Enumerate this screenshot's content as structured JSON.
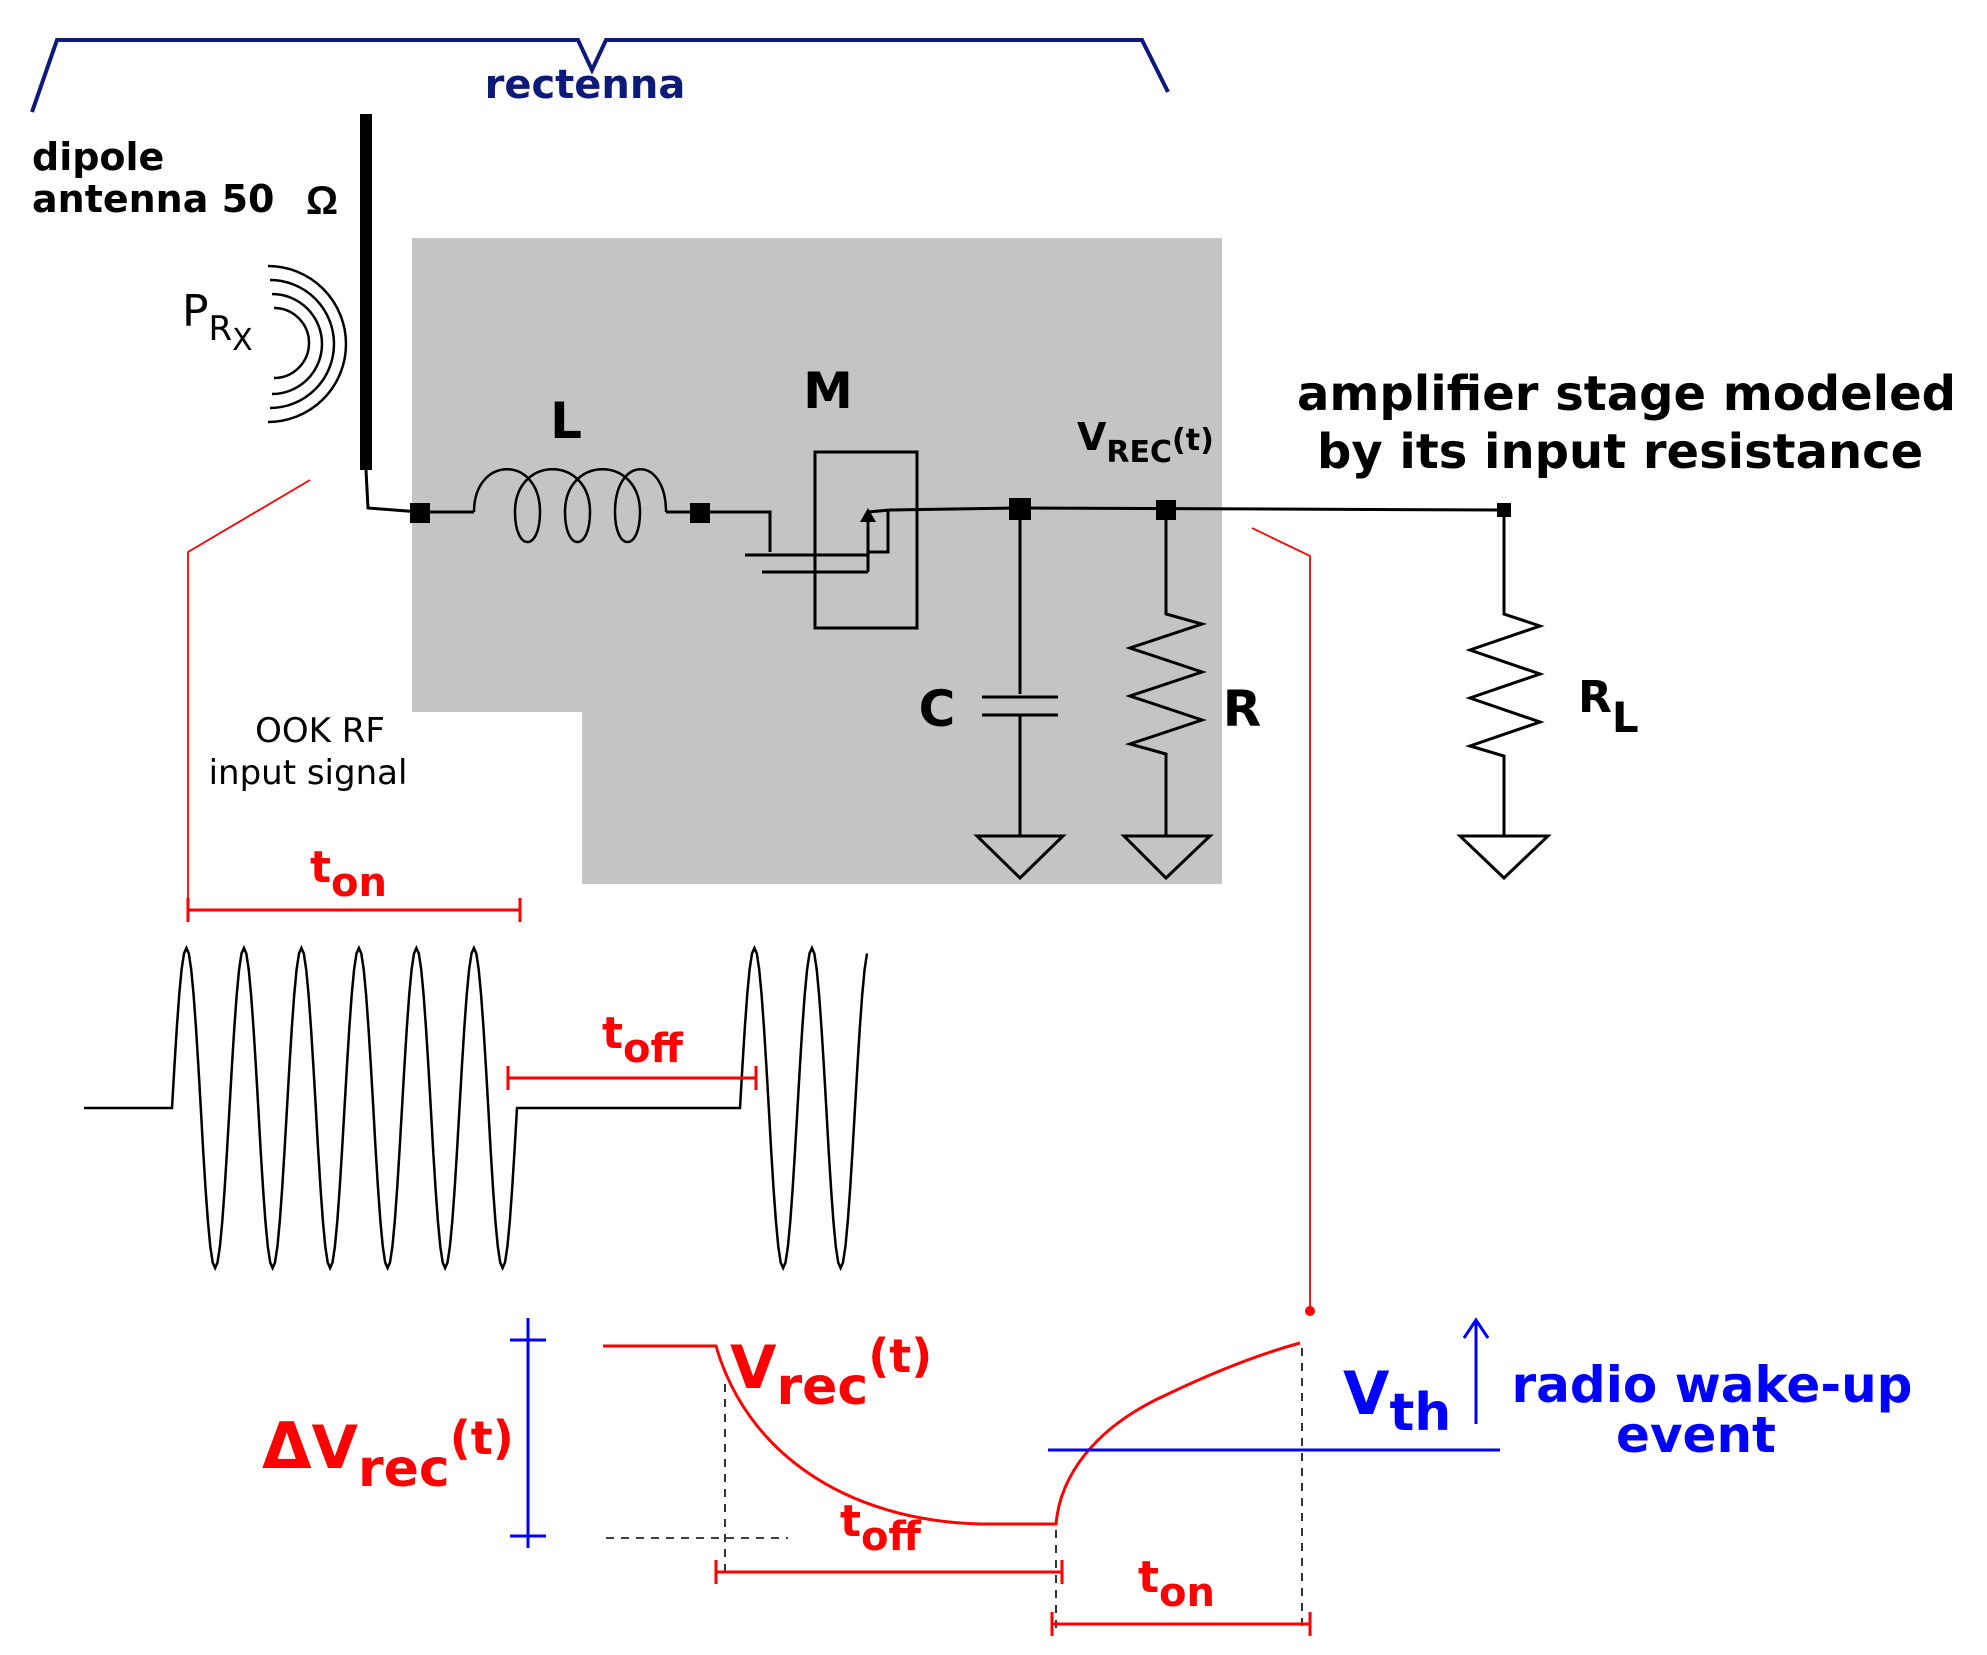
{
  "labels": {
    "rectenna": "rectenna",
    "dipole_line1": "dipole",
    "dipole_line2": "antenna 50",
    "ohm": "Ω",
    "prx_main": "P",
    "prx_sub1": "R",
    "prx_sub2": "X",
    "inductor": "L",
    "mosfet": "M",
    "vrec_top_main": "V",
    "vrec_top_sub": "REC",
    "vrec_top_arg": "(t)",
    "amplifier_line1": "amplifier stage modeled",
    "amplifier_line2": "by its input resistance",
    "capacitor": "C",
    "resistor": "R",
    "load_main": "R",
    "load_sub": "L",
    "ook_line1": "OOK  RF",
    "ook_line2": "input signal",
    "ton_main": "t",
    "ton_sub": "on",
    "toff_main": "t",
    "toff_sub": "off",
    "delta": "Δ",
    "vrec_main": "V",
    "vrec_sub": "rec",
    "vrec_arg": "(t)",
    "vth_main": "V",
    "vth_sub": "th",
    "wakeup_line1": "radio wake-up",
    "wakeup_line2": "event"
  },
  "colors": {
    "rectenna_brace": "#0d1a7a",
    "shaded_block": "#c4c4c4",
    "circuit": "#000000",
    "timing_red": "#ff0000",
    "threshold_blue": "#0000ff"
  }
}
